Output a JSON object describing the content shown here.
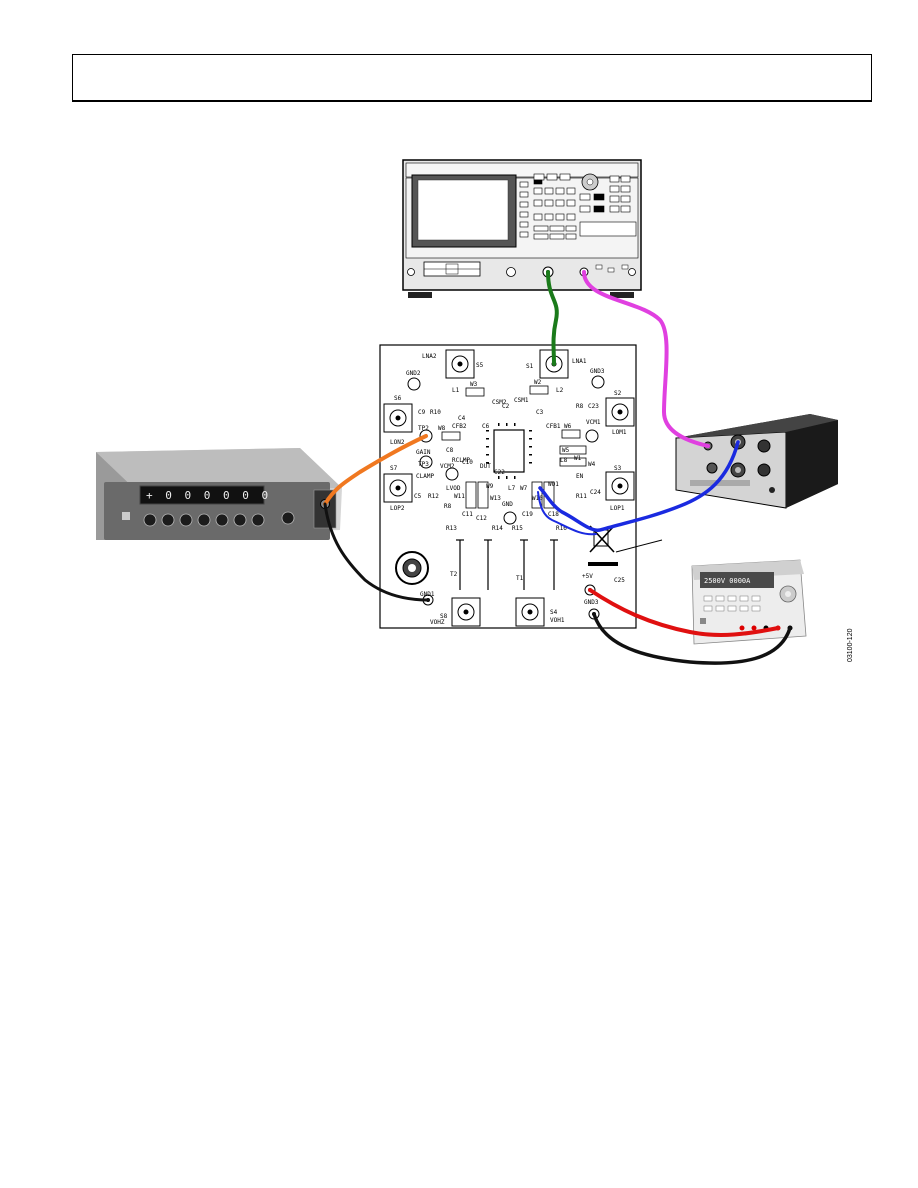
{
  "figure_id": "03100-120",
  "display": {
    "counter_readout": "+ 0 0 0 0 0 0",
    "power_supply_readout": "2500V 0000A"
  },
  "pcb": {
    "labels": [
      "LNA2",
      "S5",
      "S1",
      "LNA1",
      "GND3",
      "GND2",
      "L1",
      "W3",
      "W2",
      "L2",
      "S6",
      "S2",
      "C9",
      "R10",
      "CSM2",
      "C2",
      "CSM1",
      "C3",
      "R8",
      "C23",
      "C4",
      "CFB2",
      "W8",
      "C6",
      "VCM1",
      "LOM1",
      "LON2",
      "TP2",
      "GAIN",
      "C8",
      "CFB1",
      "W6",
      "W5",
      "L8",
      "W1",
      "EN",
      "W4",
      "TP3",
      "CLAMP",
      "VCM2",
      "RCLMP",
      "C10",
      "DUT",
      "C22",
      "S7",
      "S3",
      "LVOD",
      "W9",
      "L7",
      "W7",
      "R11",
      "C24",
      "C5",
      "R12",
      "R8",
      "W11",
      "W13",
      "GND",
      "WO1",
      "LOP2",
      "LOP1",
      "C11",
      "C12",
      "C19",
      "C18",
      "W10",
      "R13",
      "R14",
      "R15",
      "R16",
      "+5V",
      "C25",
      "T2",
      "T1",
      "GND1",
      "GND3",
      "S8",
      "VOHZ",
      "S4",
      "VOH1"
    ]
  }
}
